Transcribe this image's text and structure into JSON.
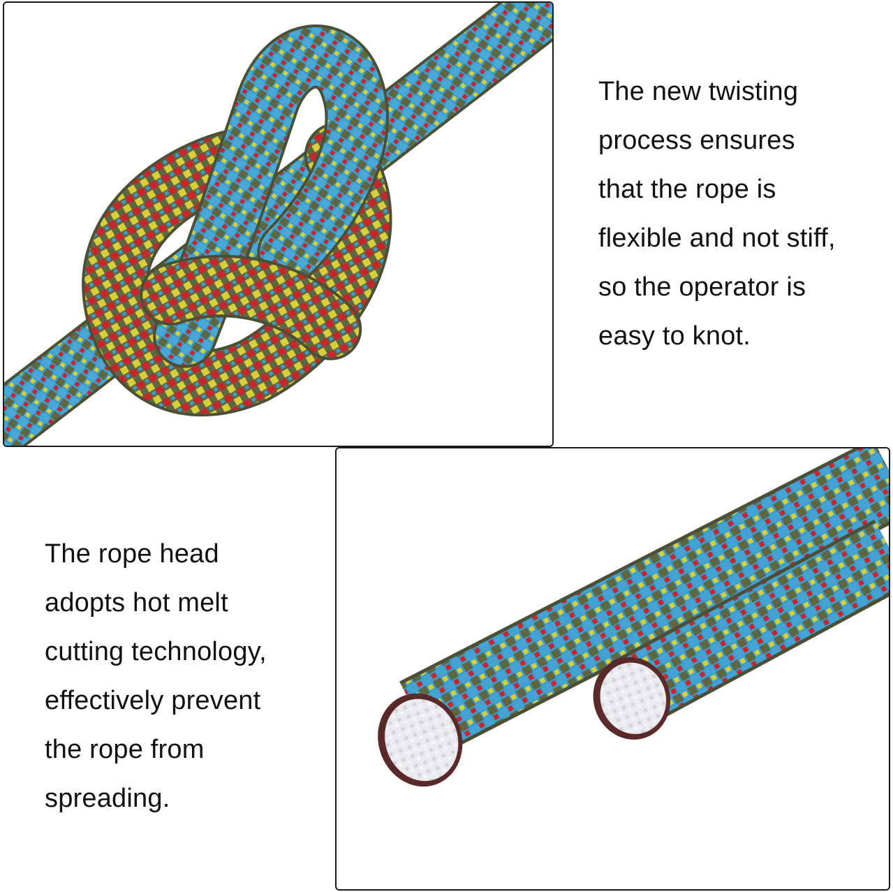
{
  "knot_caption": {
    "lines": [
      "The new twisting",
      "process ensures",
      "that the rope is",
      "flexible and not stiff,",
      "so the operator is",
      "easy to knot."
    ]
  },
  "ends_caption": {
    "lines": [
      "The rope head",
      "adopts hot melt",
      "cutting technology,",
      "effectively prevent",
      "the rope from",
      "spreading."
    ]
  },
  "colors": {
    "rope_blue": "#3a9fd0",
    "rope_olive": "#5f6642",
    "rope_red": "#c8252e",
    "rope_yellow": "#d6cf3a",
    "rope_core": "#e6e6ea",
    "panel_border": "#1a1a1a",
    "text": "#111111"
  }
}
